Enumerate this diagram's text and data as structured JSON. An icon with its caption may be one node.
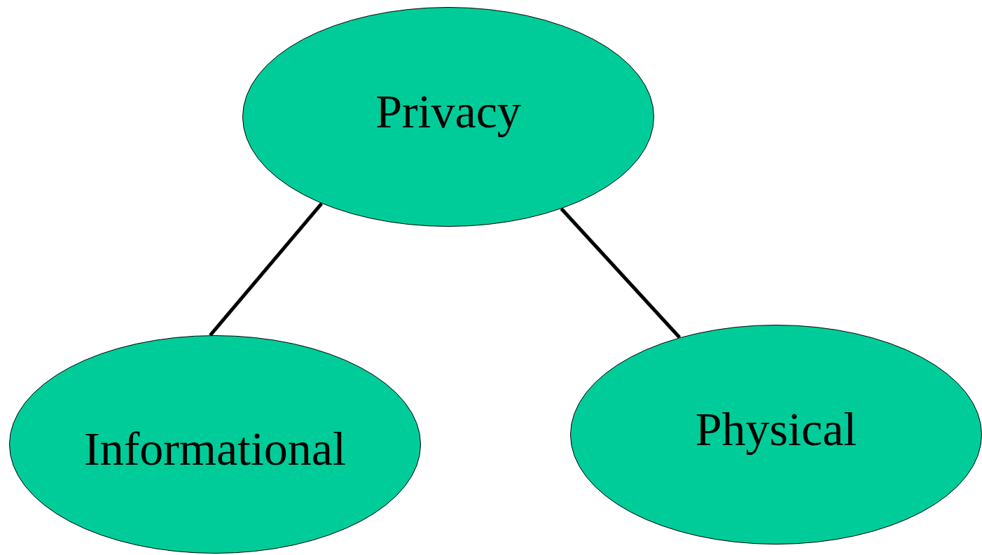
{
  "diagram": {
    "nodes": [
      {
        "text": [
          "Privacy"
        ]
      },
      {
        "text": [
          "Informational"
        ]
      },
      {
        "text": [
          "Physical"
        ]
      }
    ],
    "edges": [
      {
        "from": 0,
        "to": 1,
        "arrow": "none"
      },
      {
        "from": 0,
        "to": 2,
        "arrow": "none"
      }
    ]
  }
}
